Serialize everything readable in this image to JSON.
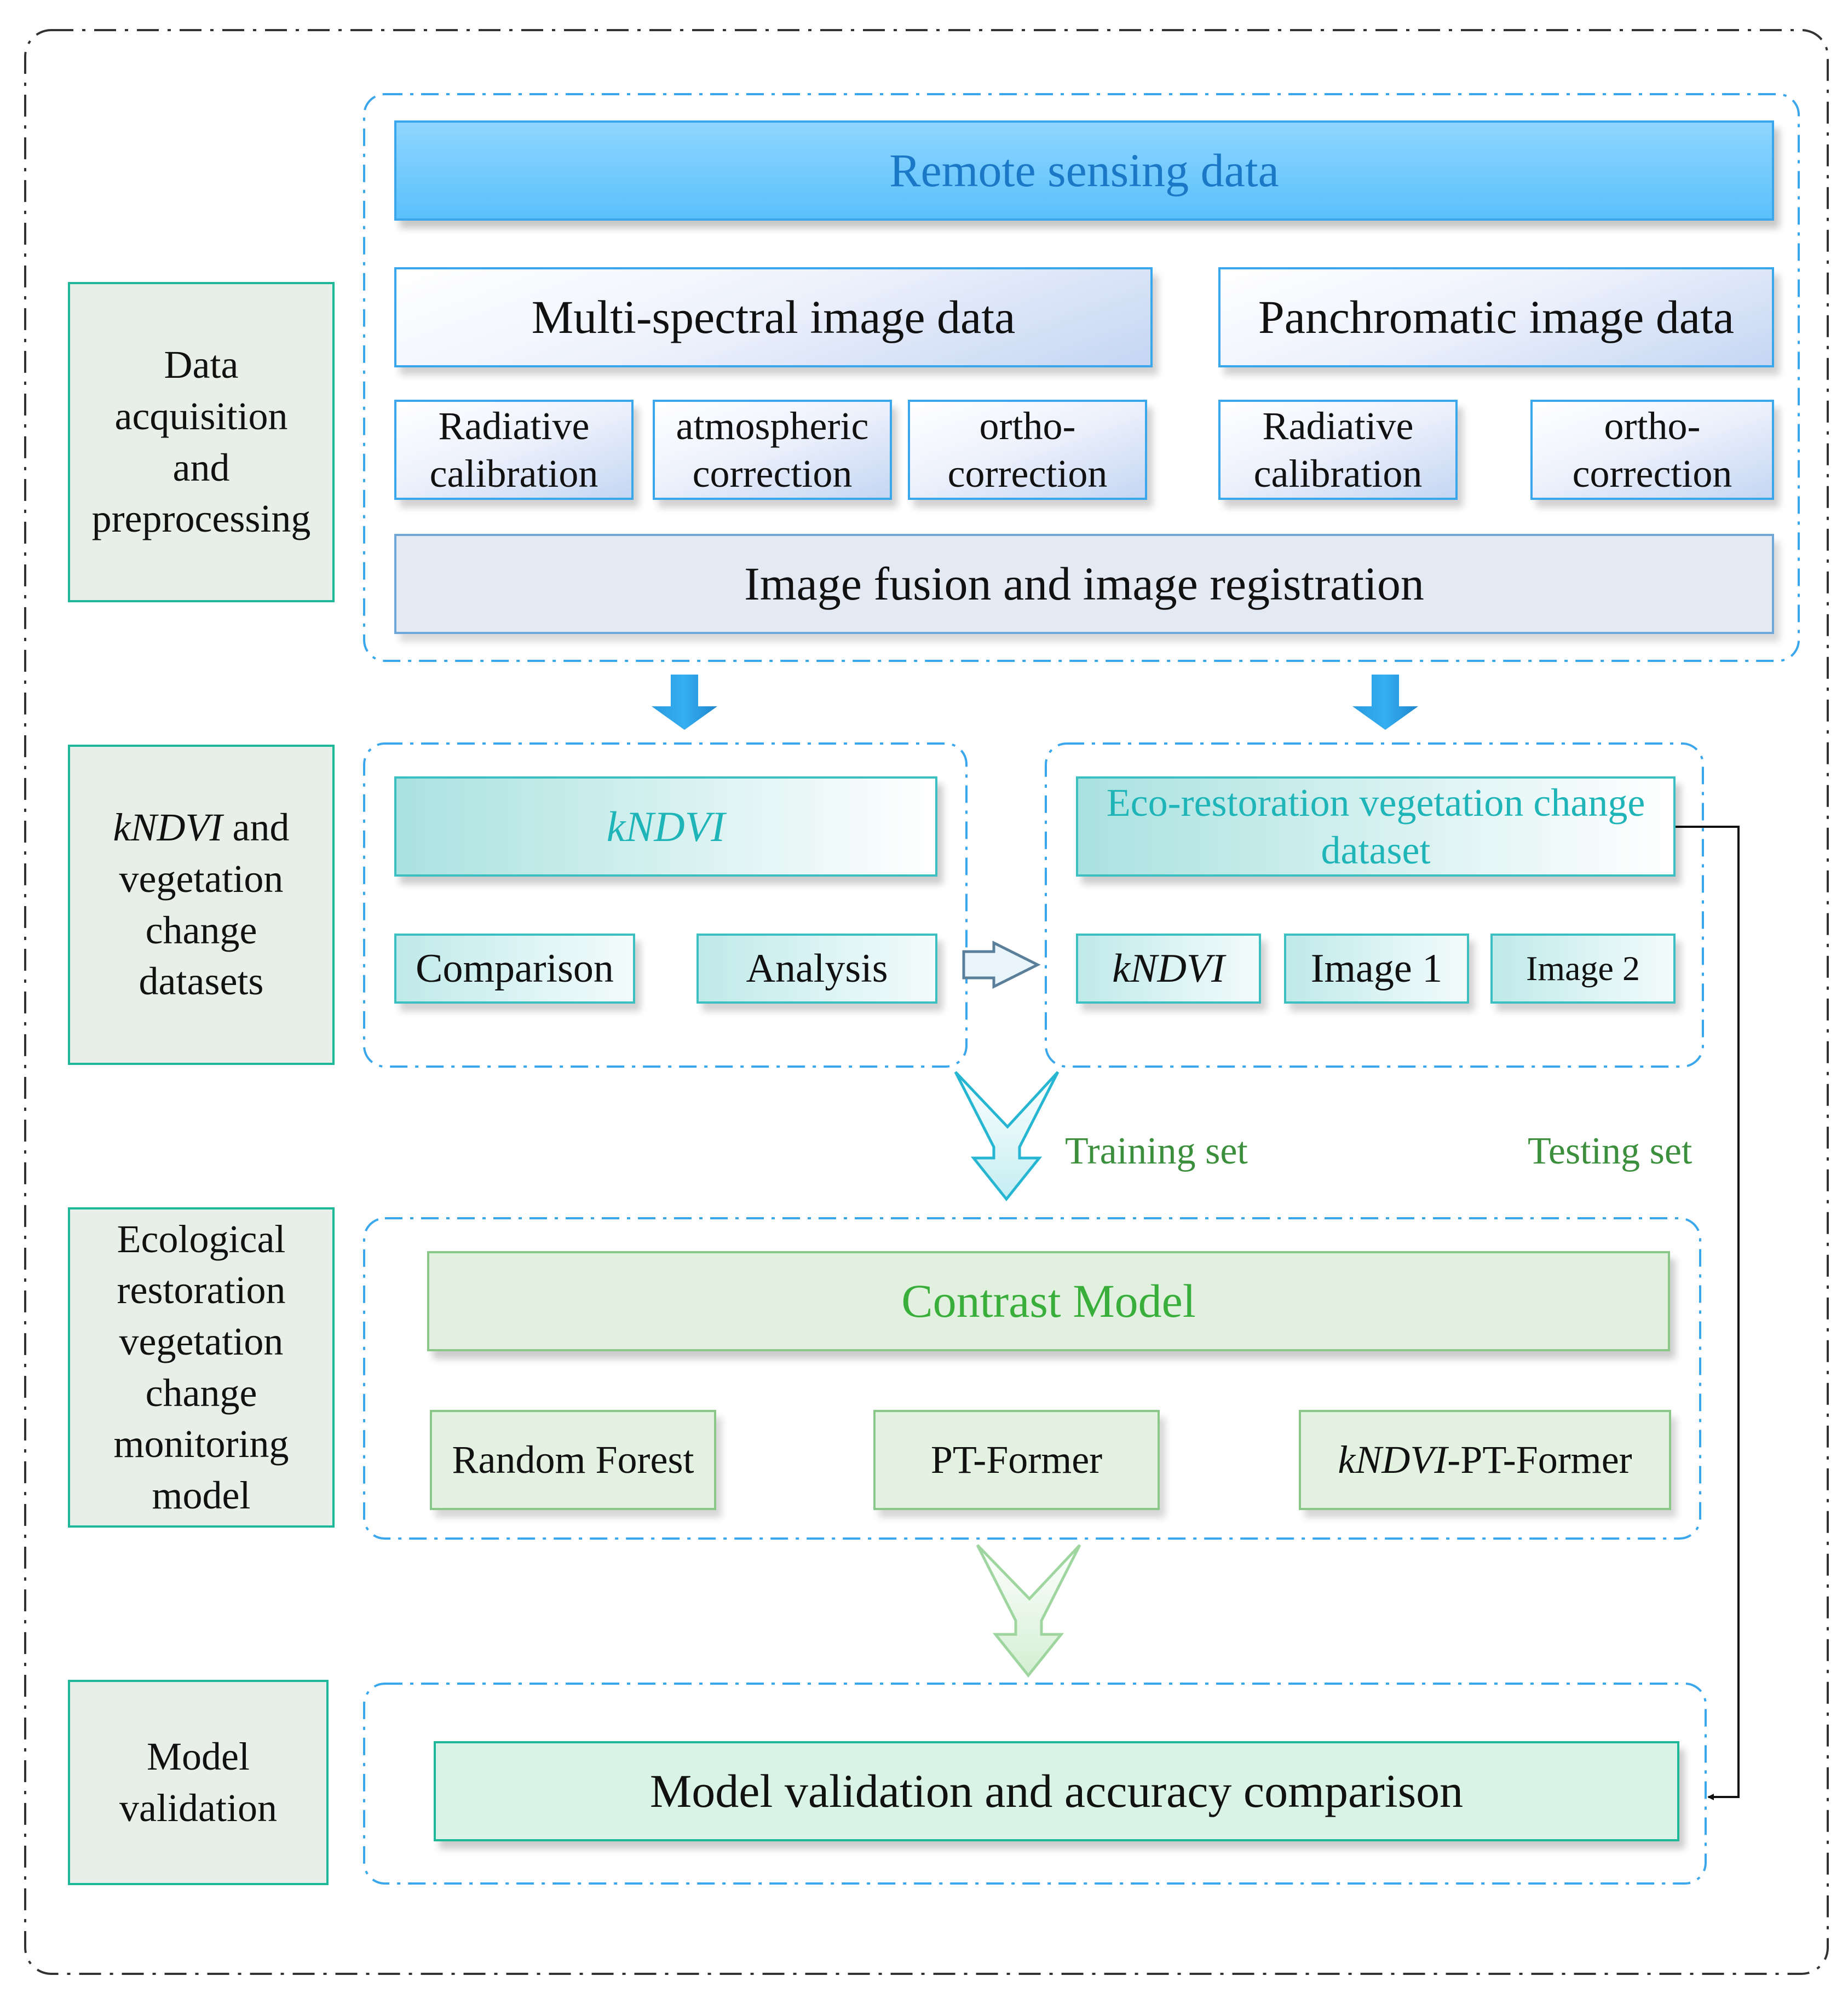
{
  "stages": {
    "acquisition": [
      "Data",
      "acquisition",
      "and",
      "preprocessing"
    ],
    "kndvi_first": "kNDVI",
    "kndvi_rest": " and",
    "kndvi_lines": [
      "vegetation",
      "change",
      "datasets"
    ],
    "monitoring": [
      "Ecological",
      "restoration",
      "vegetation",
      "change",
      "monitoring",
      "model"
    ],
    "validation": [
      "Model",
      "validation"
    ]
  },
  "preprocessing": {
    "remote_sensing": "Remote sensing data",
    "multispectral": "Multi-spectral image data",
    "panchromatic": "Panchromatic image data",
    "ms_steps": [
      [
        "Radiative",
        "calibration"
      ],
      [
        "atmospheric",
        "correction"
      ],
      [
        "ortho-",
        "correction"
      ]
    ],
    "pan_steps": [
      [
        "Radiative",
        "calibration"
      ],
      [
        "ortho-",
        "correction"
      ]
    ],
    "fusion": "Image fusion and image registration"
  },
  "kndvi_group": {
    "title": "kNDVI",
    "comparison": "Comparison",
    "analysis": "Analysis"
  },
  "dataset_group": {
    "title_lines": [
      "Eco-restoration vegetation change",
      "dataset"
    ],
    "kndvi": "kNDVI",
    "image1": "Image 1",
    "image2": "Image 2"
  },
  "edges": {
    "training": "Training set",
    "testing": "Testing set"
  },
  "model_group": {
    "title": "Contrast Model",
    "random_forest": "Random Forest",
    "pt_former": "PT-Former",
    "kndvi_pt_prefix": "kNDVI",
    "kndvi_pt_suffix": "-PT-Former"
  },
  "validation_group": {
    "title": "Model validation and accuracy comparison"
  }
}
